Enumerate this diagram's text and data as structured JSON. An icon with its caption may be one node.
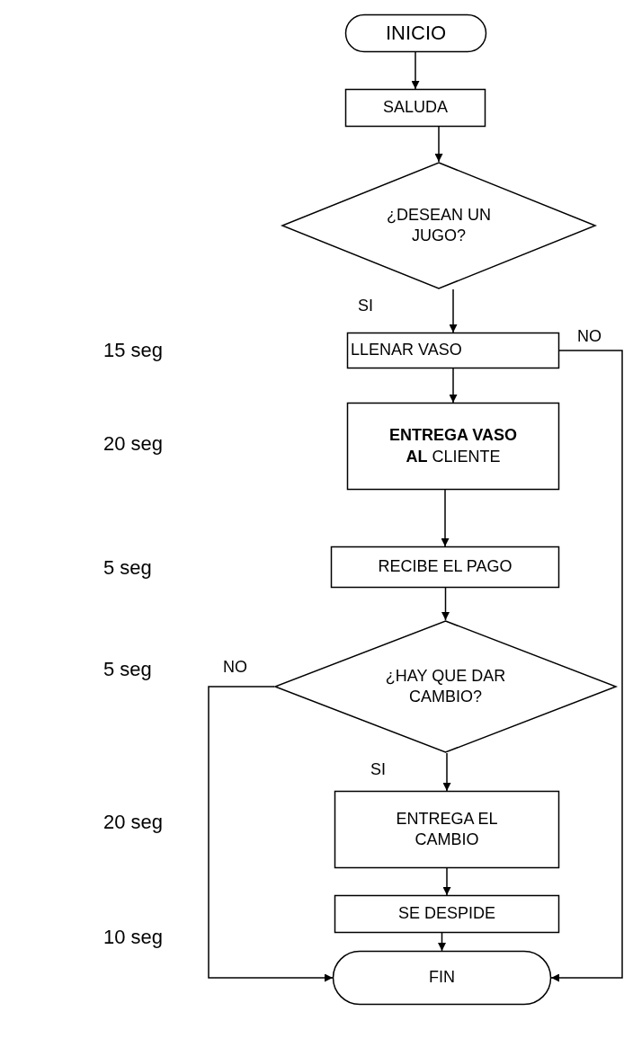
{
  "diagram": {
    "nodes": [
      {
        "text": [
          "INICIO"
        ]
      },
      {
        "text": [
          "SALUDA"
        ]
      },
      {
        "text": [
          "¿DESEAN UN JUGO?"
        ]
      },
      {
        "text": [
          "LLENAR VASO"
        ]
      },
      {
        "text": [
          "**ENTREGA VASO AL** CLIENTE"
        ]
      },
      {
        "text": [
          "RECIBE EL PAGO"
        ]
      },
      {
        "text": [
          "¿HAY QUE DAR CAMBIO?"
        ]
      },
      {
        "text": [
          "ENTREGA EL CAMBIO"
        ]
      },
      {
        "text": [
          "SE DESPIDE"
        ]
      },
      {
        "text": [
          "FIN"
        ]
      }
    ],
    "edges": [
      {
        "from": 0,
        "to": 1,
        "arrow": "to"
      },
      {
        "from": 1,
        "to": 2,
        "arrow": "to"
      },
      {
        "from": 2,
        "to": 3,
        "arrow": "to",
        "label": "SI"
      },
      {
        "from": 3,
        "to": 4,
        "arrow": "to"
      },
      {
        "from": 4,
        "to": 5,
        "arrow": "to"
      },
      {
        "from": 5,
        "to": 6,
        "arrow": "to"
      },
      {
        "from": 6,
        "to": 7,
        "arrow": "to",
        "label": "SI"
      },
      {
        "from": 7,
        "to": 8,
        "arrow": "to"
      },
      {
        "from": 8,
        "to": 9,
        "arrow": "to"
      },
      {
        "from": 6,
        "to": 9,
        "arrow": "to",
        "label": "NO"
      },
      {
        "from": 3,
        "to": 9,
        "arrow": "to",
        "label": "NO"
      }
    ],
    "labels": [
      "15 seg",
      "20 seg",
      "5 seg",
      "5 seg",
      "20 seg",
      "10 seg"
    ]
  }
}
